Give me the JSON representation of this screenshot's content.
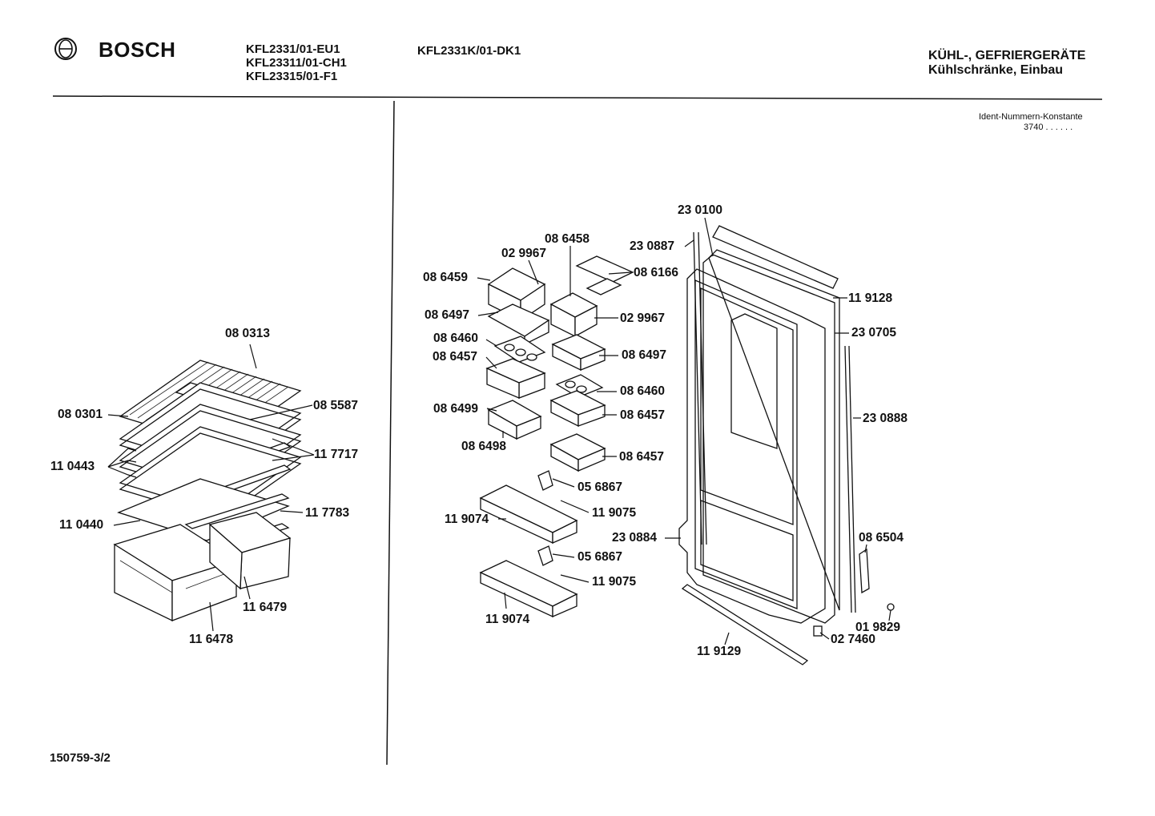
{
  "header": {
    "brand": "BOSCH",
    "models_col1": [
      "KFL2331/01-EU1",
      "KFL23311/01-CH1",
      "KFL23315/01-F1"
    ],
    "models_col2": [
      "KFL2331K/01-DK1"
    ],
    "category_line1": "KÜHL-, GEFRIERGERÄTE",
    "category_line2": "Kühlschränke, Einbau",
    "ident_label": "Ident-Nummern-Konstante",
    "ident_value": "3740  . .  . . . ."
  },
  "footer": {
    "drawing_number": "150759-3/2"
  },
  "left_parts": {
    "p080313": "08 0313",
    "p080301": "08 0301",
    "p085587": "08 5587",
    "p110443": "11 0443",
    "p117717": "11 7717",
    "p110440": "11 0440",
    "p117783": "11 7783",
    "p116479": "11 6479",
    "p116478": "11 6478"
  },
  "right_parts": {
    "p230100": "23 0100",
    "p086458": "08 6458",
    "p230887": "23 0887",
    "p029967a": "02 9967",
    "p086459": "08 6459",
    "p086166": "08 6166",
    "p119128": "11 9128",
    "p086497a": "08 6497",
    "p029967b": "02 9967",
    "p230705": "23 0705",
    "p086460a": "08 6460",
    "p086497b": "08 6497",
    "p086457a": "08 6457",
    "p086460b": "08 6460",
    "p086499": "08 6499",
    "p086457b": "08 6457",
    "p230888": "23 0888",
    "p086498": "08 6498",
    "p086457c": "08 6457",
    "p056867a": "05 6867",
    "p119075a": "11 9075",
    "p119074a": "11 9074",
    "p230884": "23 0884",
    "p086504": "08 6504",
    "p056867b": "05 6867",
    "p119075b": "11 9075",
    "p119074b": "11 9074",
    "p019829": "01 9829",
    "p027460": "02 7460",
    "p119129": "11 9129"
  }
}
